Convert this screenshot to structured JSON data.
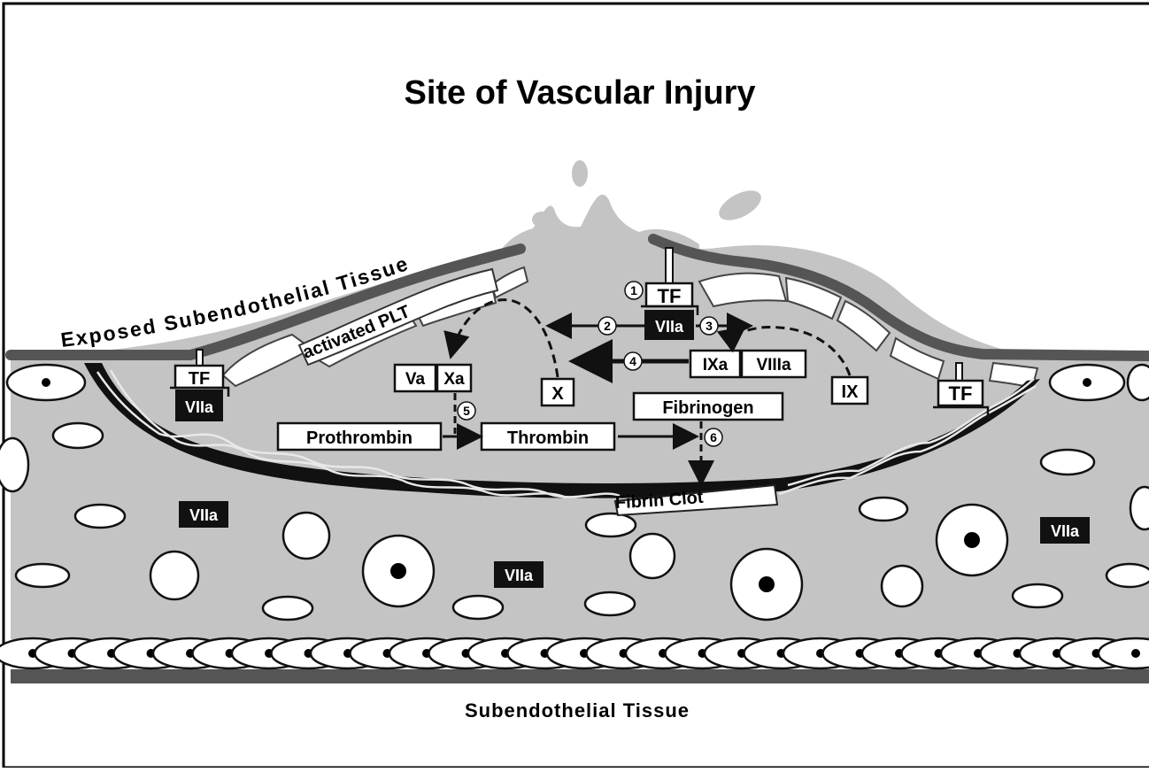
{
  "title": "Site of Vascular Injury",
  "labels": {
    "exposed_subendothelial_tissue": "Exposed Subendothelial Tissue",
    "activated_plt": "activated PLT",
    "subendothelial_tissue": "Subendothelial Tissue",
    "fibrin_clot": "Fibrin Clot"
  },
  "factors": {
    "tf": "TF",
    "viia": "VIIa",
    "va": "Va",
    "xa": "Xa",
    "x": "X",
    "ixa": "IXa",
    "viiia": "VIIIa",
    "ix": "IX",
    "prothrombin": "Prothrombin",
    "thrombin": "Thrombin",
    "fibrinogen": "Fibrinogen"
  },
  "steps": [
    "1",
    "2",
    "3",
    "4",
    "5",
    "6"
  ],
  "colors": {
    "vessel": "#c4c4c4",
    "wall": "#555555",
    "clot_band": "#111111",
    "strand": "#e8e8e8",
    "cell": "#ffffff"
  }
}
